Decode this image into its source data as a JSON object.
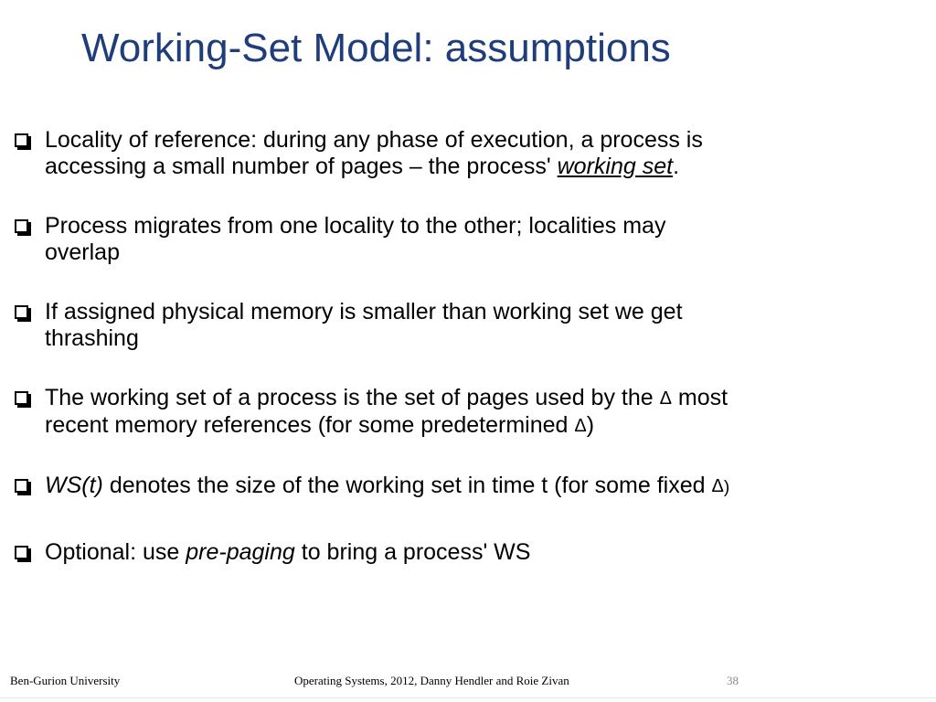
{
  "slide": {
    "title": "Working-Set Model: assumptions",
    "bullets": [
      {
        "line1": "Locality of reference: during any phase of execution, a process is",
        "line2_prefix": "accessing a small number of pages – the process' ",
        "line2_emphasis": "working set",
        "line2_suffix": "."
      },
      {
        "line1": "Process migrates from one locality to the other; localities may",
        "line2": "overlap"
      },
      {
        "line1": "If assigned physical memory is smaller than working set we get",
        "line2": "thrashing"
      },
      {
        "line1_prefix": "The working set of a process is the set of pages used by the ",
        "delta": "Δ",
        "line1_suffix": " most",
        "line2_prefix": "recent memory references (for some predetermined ",
        "line2_suffix": ")"
      },
      {
        "emphasis": "WS(t)",
        "text": " denotes the size of the working set in time t (for some fixed ",
        "close": ")"
      },
      {
        "prefix": "Optional: use ",
        "emphasis": "pre-paging",
        "suffix": " to bring a process' WS"
      }
    ]
  },
  "footer": {
    "institution": "Ben-Gurion University",
    "course": "Operating Systems, 2012, Danny Hendler and Roie Zivan",
    "page_number": "38"
  },
  "colors": {
    "title": "#1f3d7a",
    "text": "#000000",
    "page_number": "#8a8a8a"
  }
}
